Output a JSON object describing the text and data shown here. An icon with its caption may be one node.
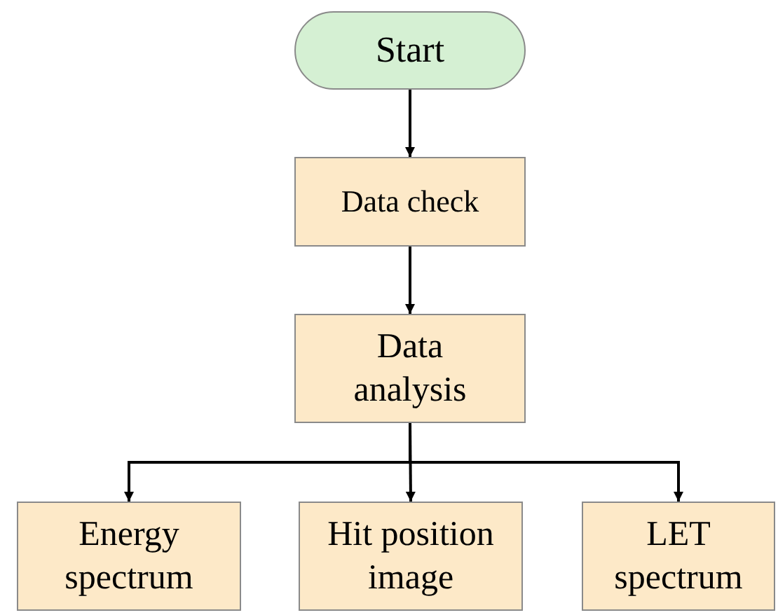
{
  "diagram": {
    "nodes": [
      {
        "text": [
          "Start"
        ]
      },
      {
        "text": [
          "Data check"
        ]
      },
      {
        "text": [
          "Data analysis"
        ]
      },
      {
        "text": [
          "Energy spectrum"
        ]
      },
      {
        "text": [
          "Hit position image"
        ]
      },
      {
        "text": [
          "LET spectrum"
        ]
      }
    ],
    "edges": [
      {
        "from": 0,
        "to": 1,
        "arrow": "to"
      },
      {
        "from": 1,
        "to": 2,
        "arrow": "to"
      },
      {
        "from": 2,
        "to": 3,
        "arrow": "to"
      },
      {
        "from": 2,
        "to": 4,
        "arrow": "to"
      },
      {
        "from": 2,
        "to": 5,
        "arrow": "to"
      }
    ]
  }
}
